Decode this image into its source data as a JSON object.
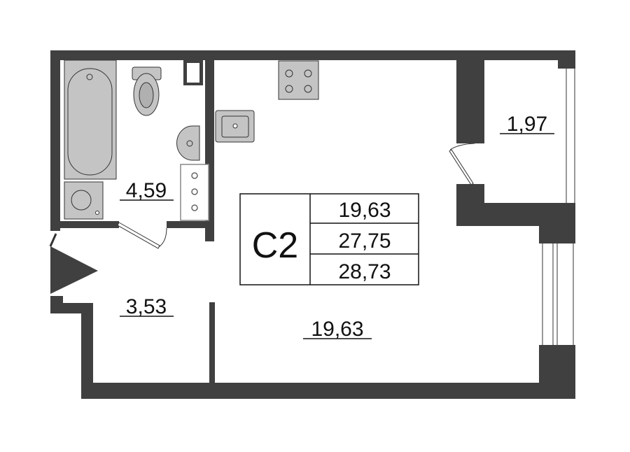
{
  "plan": {
    "apartment_type": "C2",
    "summary_areas": [
      "19,63",
      "27,75",
      "28,73"
    ],
    "rooms": {
      "bathroom": "4,59",
      "balcony": "1,97",
      "hallway": "3,53",
      "living_room": "19,63"
    }
  },
  "colors": {
    "wall": "#404040",
    "fixture": "#c4c4c4",
    "stroke": "#333333"
  }
}
